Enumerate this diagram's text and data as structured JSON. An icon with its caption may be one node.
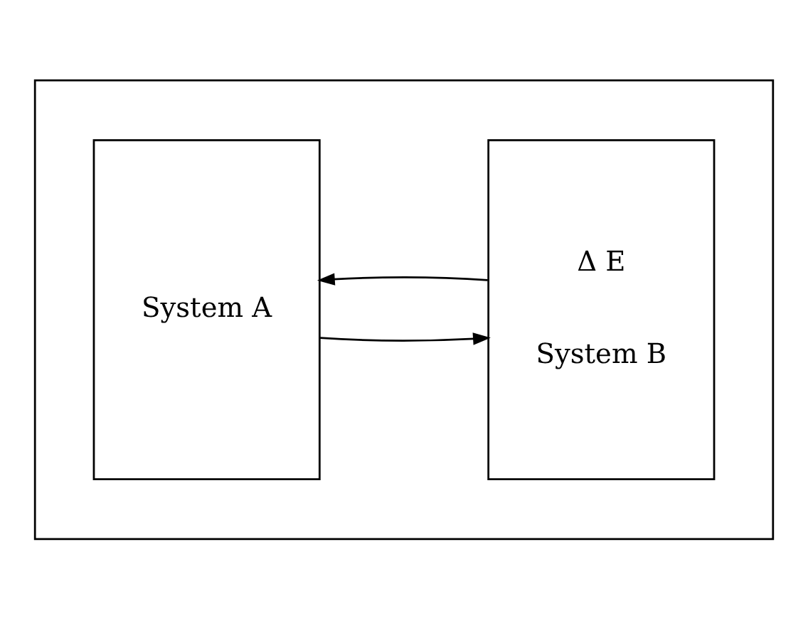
{
  "diagram": {
    "nodes": [
      {
        "text": [],
        "shape": "box"
      },
      {
        "text": [
          "System A"
        ],
        "in": 0
      },
      {
        "text": [
          "Δ E",
          "System B"
        ],
        "in": 0
      }
    ],
    "edges": [
      {
        "from": 1,
        "to": 2,
        "arrow": "to"
      },
      {
        "from": 2,
        "to": 1,
        "arrow": "to"
      }
    ]
  }
}
